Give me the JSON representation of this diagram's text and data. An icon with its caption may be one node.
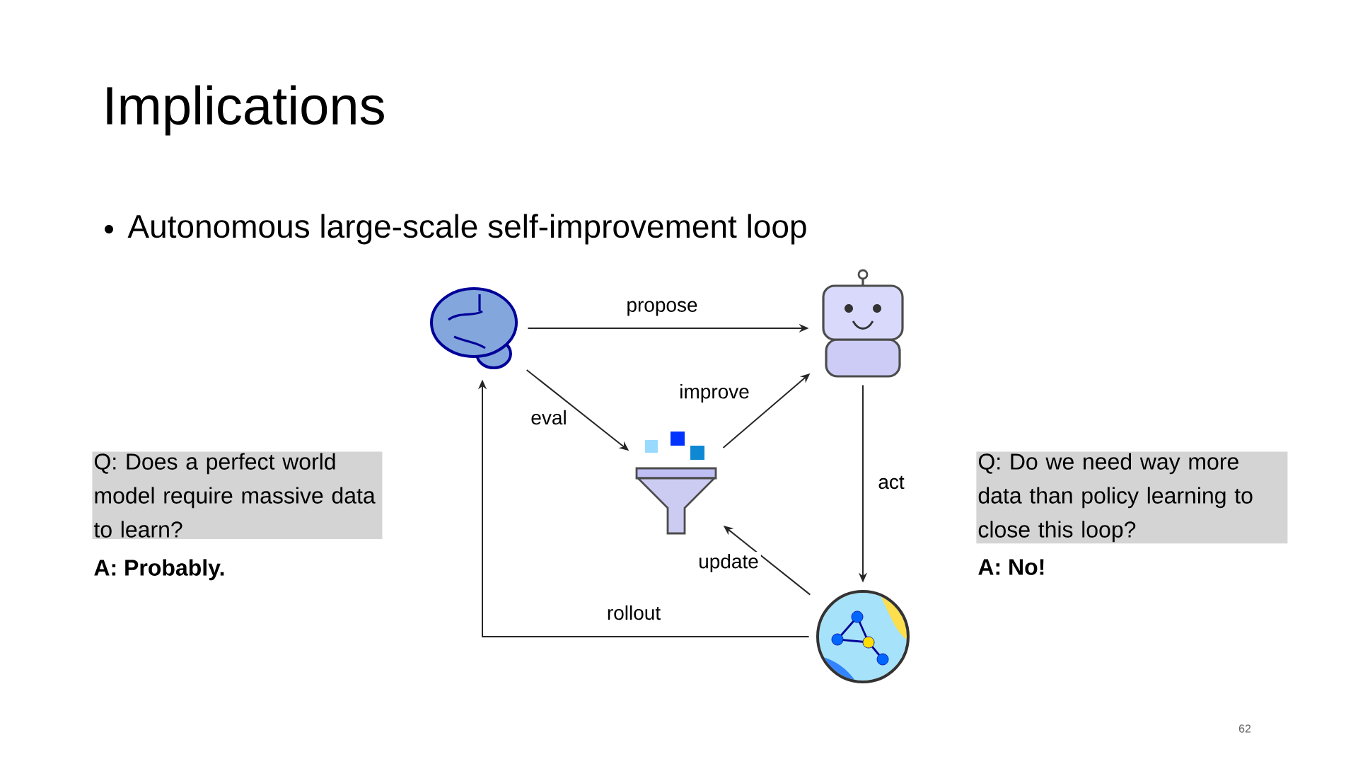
{
  "diagram": {
    "title": "Implications",
    "nodes": [
      {
        "text": [],
        "shape": "picture"
      },
      {
        "text": [],
        "shape": "picture"
      },
      {
        "text": [],
        "shape": "picture"
      },
      {
        "text": [],
        "shape": "picture"
      }
    ],
    "edges": [
      {
        "from": 0,
        "to": 1,
        "arrow": "to",
        "label": "propose"
      },
      {
        "from": 0,
        "to": 2,
        "arrow": "to",
        "label": "eval"
      },
      {
        "from": 2,
        "to": 1,
        "arrow": "to",
        "label": "improve"
      },
      {
        "from": 1,
        "to": 3,
        "arrow": "to",
        "label": "act"
      },
      {
        "from": 3,
        "to": 2,
        "arrow": "to",
        "label": "update"
      },
      {
        "from": 3,
        "to": 0,
        "arrow": "to",
        "label": "rollout"
      }
    ],
    "labels": [
      "Autonomous large-scale self-improvement loop",
      "Q: Does a perfect world model require massive data to learn?",
      "A: Probably.",
      "Q: Do we need way more data than policy learning to close this loop?",
      "A: No!",
      "62"
    ]
  }
}
